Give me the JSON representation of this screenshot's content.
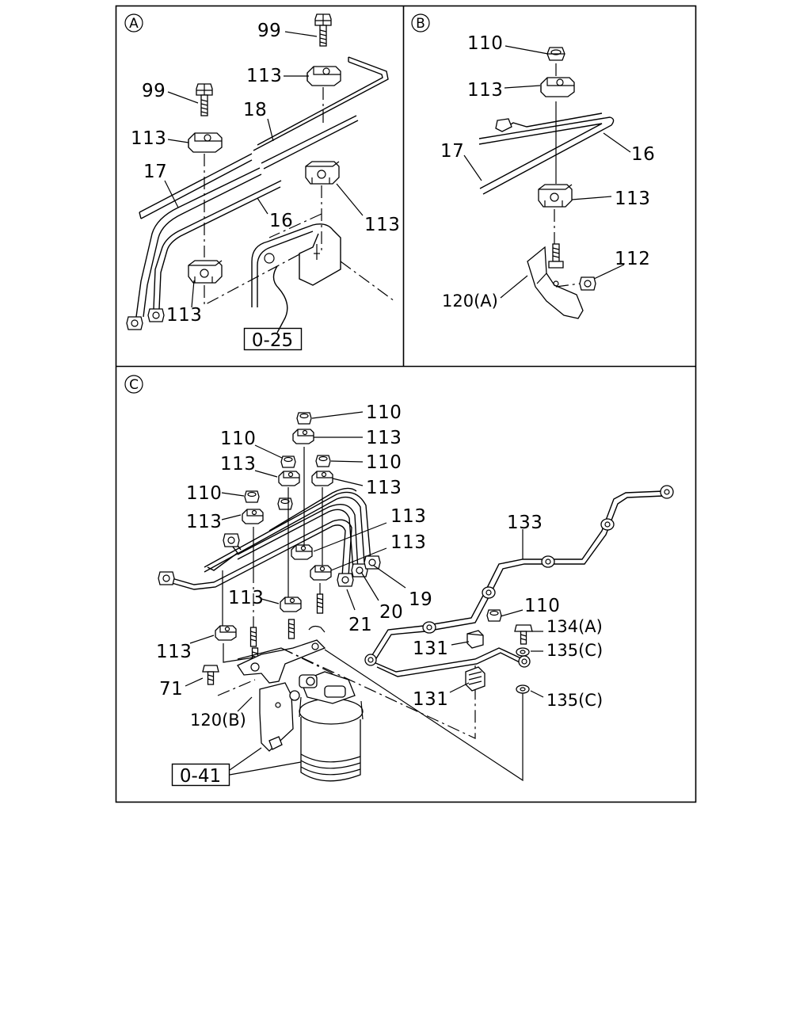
{
  "panels": {
    "A": {
      "letter": "A",
      "labels": {
        "p99a": "99",
        "p99b": "99",
        "p113a": "113",
        "p113b": "113",
        "p113c": "113",
        "p113d": "113",
        "p18": "18",
        "p17": "17",
        "p16": "16"
      },
      "ref": "0-25"
    },
    "B": {
      "letter": "B",
      "labels": {
        "p110": "110",
        "p113a": "113",
        "p113b": "113",
        "p17": "17",
        "p16": "16",
        "p112": "112",
        "p120": "120(A)"
      }
    },
    "C": {
      "letter": "C",
      "labels": {
        "p110a": "110",
        "p113a": "113",
        "p110b": "110",
        "p113b": "113",
        "p110c": "110",
        "p113c": "113",
        "p110d": "110",
        "p113d": "113",
        "p113e": "113",
        "p113f": "113",
        "p133": "133",
        "p19": "19",
        "p20": "20",
        "p21": "21",
        "p113g": "113",
        "p110e": "110",
        "p134": "134(A)",
        "p131a": "131",
        "p135a": "135(C)",
        "p113h": "113",
        "p71": "71",
        "p120": "120(B)",
        "p131b": "131",
        "p135b": "135(C)"
      },
      "ref": "0-41"
    }
  }
}
